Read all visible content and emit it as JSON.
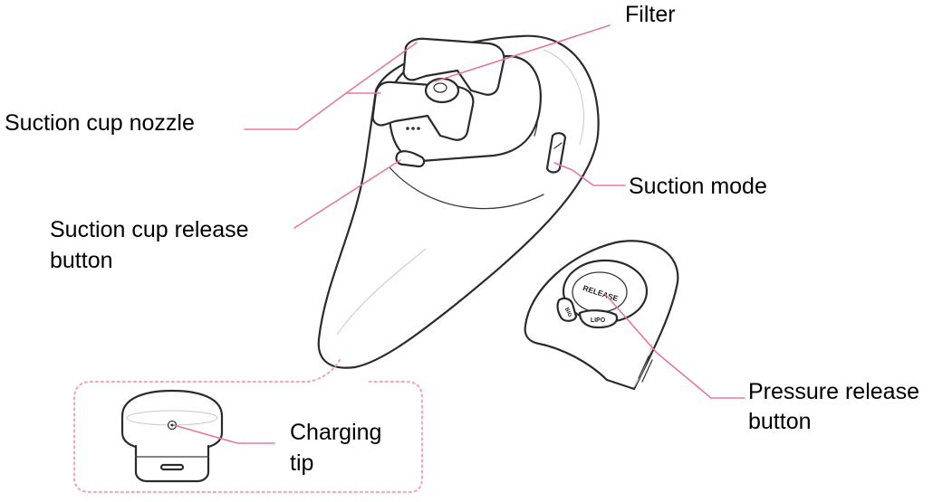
{
  "labels": {
    "filter": "Filter",
    "suction_cup_nozzle": "Suction cup nozzle",
    "suction_mode": "Suction mode",
    "suction_cup_release_button_line1": "Suction cup release",
    "suction_cup_release_button_line2": "button",
    "pressure_release_button_line1": "Pressure release",
    "pressure_release_button_line2": "button",
    "charging_tip_line1": "Charging",
    "charging_tip_line2": "tip"
  },
  "device_markings": {
    "release": "RELEASE",
    "mode_left": "BIG",
    "mode_right": "LIPO"
  },
  "colors": {
    "leader_line": "#e6799d",
    "dotted_frame": "#f0a9bd",
    "outline": "#2b2b2b"
  }
}
